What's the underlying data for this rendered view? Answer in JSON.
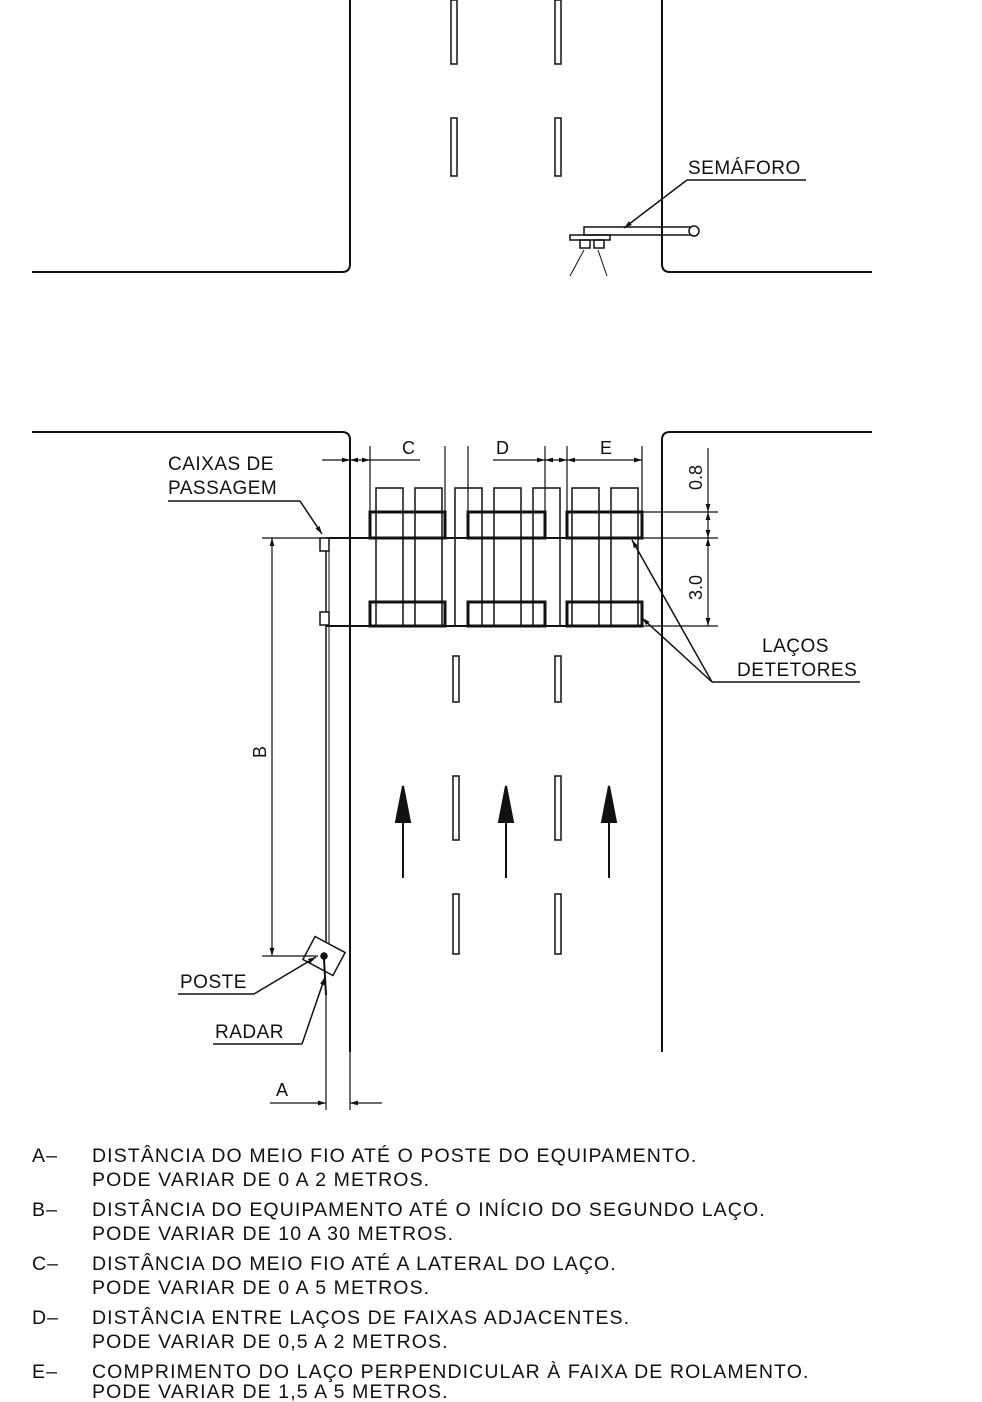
{
  "labels": {
    "semaforo": "SEMÁFORO",
    "caixas_line1": "CAIXAS DE",
    "caixas_line2": "PASSAGEM",
    "lacos_line1": "LAÇOS",
    "lacos_line2": "DETETORES",
    "poste": "POSTE",
    "radar": "RADAR"
  },
  "dimensions": {
    "a": "A",
    "b": "B",
    "c": "C",
    "d": "D",
    "e": "E",
    "h1": "0.8",
    "h2": "3.0"
  },
  "legend": [
    {
      "key": "A–",
      "line1": "DISTÂNCIA DO MEIO FIO ATÉ O POSTE DO EQUIPAMENTO.",
      "line2": "PODE VARIAR DE 0 A 2 METROS."
    },
    {
      "key": "B–",
      "line1": "DISTÂNCIA DO EQUIPAMENTO ATÉ O INÍCIO DO SEGUNDO LAÇO.",
      "line2": "PODE VARIAR DE 10 A 30 METROS."
    },
    {
      "key": "C–",
      "line1": "DISTÂNCIA DO MEIO FIO ATÉ A LATERAL DO LAÇO.",
      "line2": "PODE VARIAR DE 0 A 5 METROS."
    },
    {
      "key": "D–",
      "line1": "DISTÂNCIA ENTRE LAÇOS DE FAIXAS ADJACENTES.",
      "line2": "PODE VARIAR DE 0,5 A 2 METROS."
    },
    {
      "key": "E–",
      "line1": "COMPRIMENTO DO LAÇO PERPENDICULAR À FAIXA DE ROLAMENTO.",
      "line2": "PODE VARIAR DE 1,5 A 5 METROS."
    }
  ]
}
